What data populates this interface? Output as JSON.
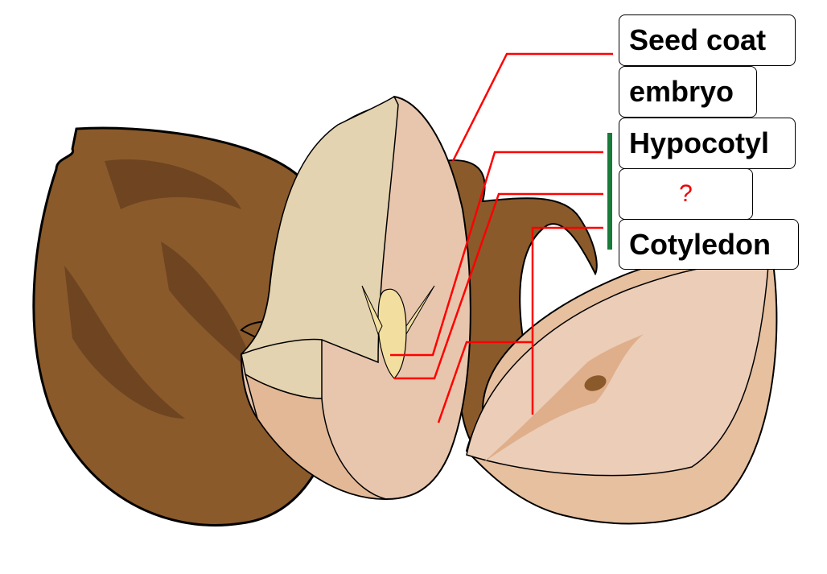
{
  "labels": {
    "seed_coat": "Seed coat",
    "embryo": "embryo",
    "hypocotyl": "Hypocotyl",
    "unknown": "?",
    "cotyledon": "Cotyledon"
  },
  "colors": {
    "leader_line": "#ff0000",
    "embryo_bracket": "#1a7a3a",
    "seed_coat": "#8b5a2b",
    "cotyledon": "#e8c4ab"
  }
}
